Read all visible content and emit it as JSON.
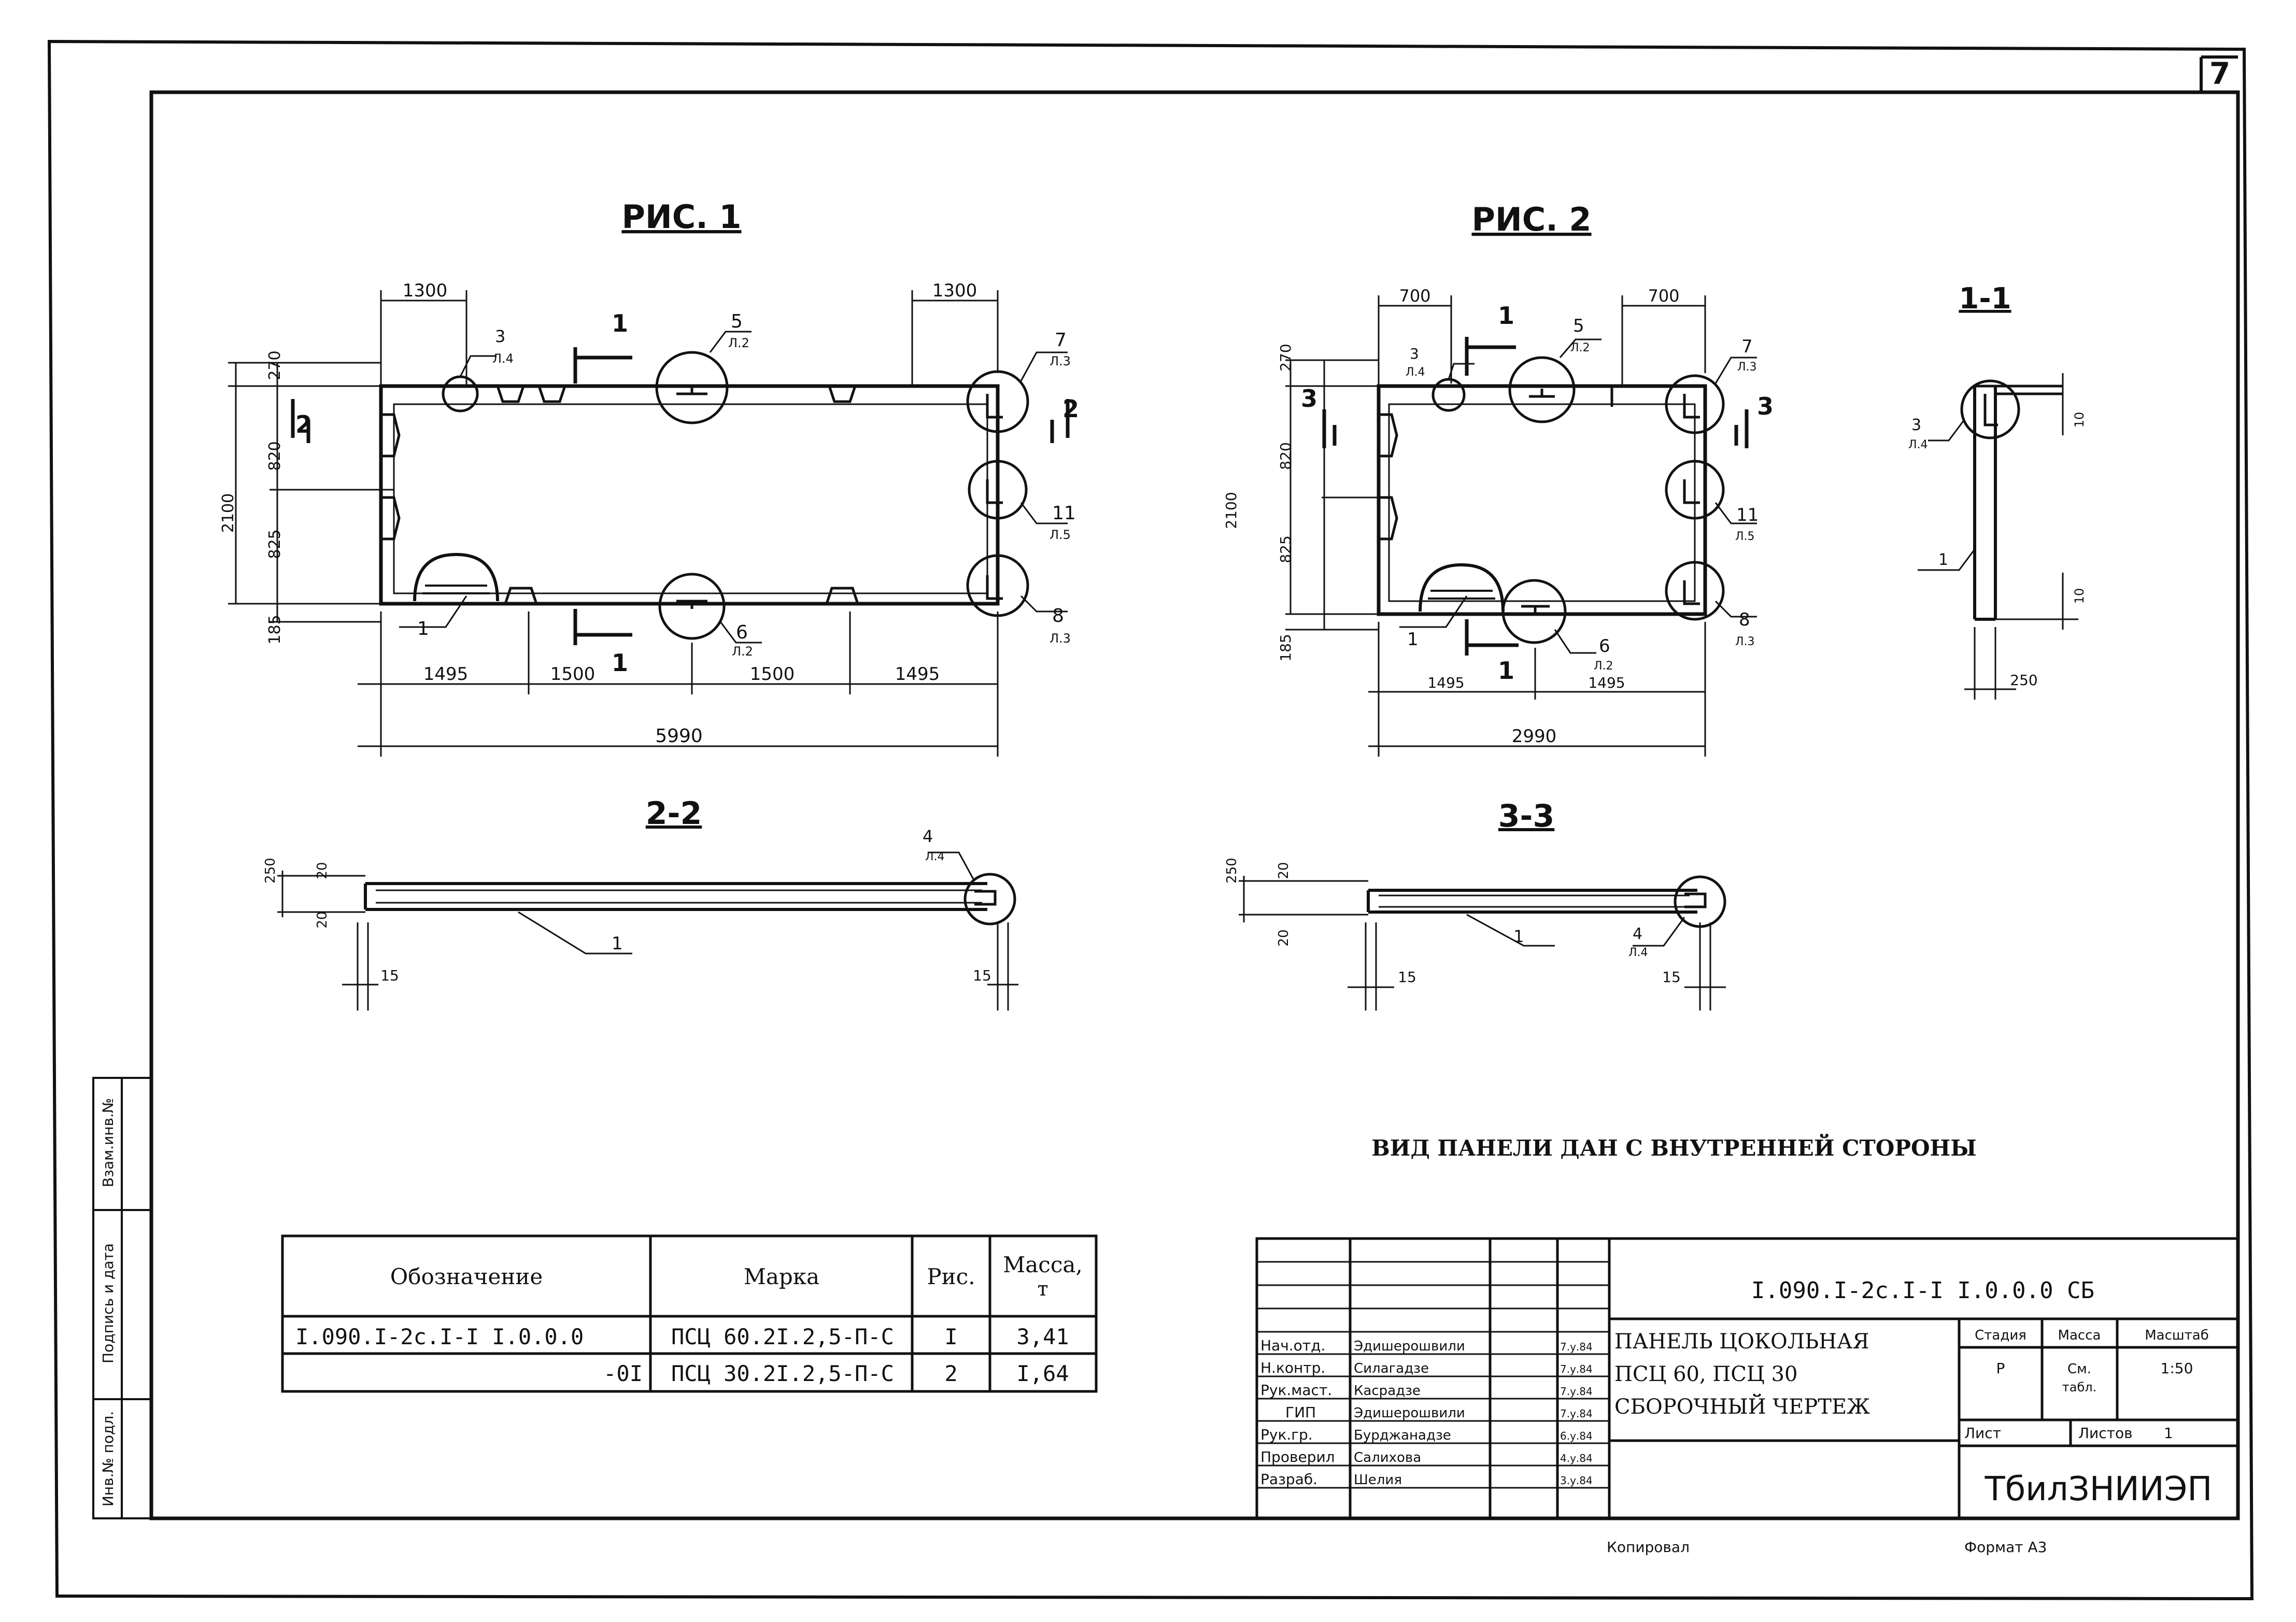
{
  "sheet_number": "7",
  "figures": {
    "fig1_title": "РИС. 1",
    "fig2_title": "РИС. 2",
    "sec11_title": "1-1",
    "sec22_title": "2-2",
    "sec33_title": "3-3"
  },
  "fig1": {
    "dim_1300_left": "1300",
    "dim_1300_right": "1300",
    "dim_270": "270",
    "dim_820": "820",
    "dim_825": "825",
    "dim_2100": "2100",
    "dim_185": "185",
    "dim_1495_left": "1495",
    "dim_1500_a": "1500",
    "dim_1500_b": "1500",
    "dim_1495_right": "1495",
    "dim_5990": "5990",
    "section_1_top": "1",
    "section_1_bottom": "1",
    "section_2_left": "2",
    "section_2_right": "2",
    "callout_3": "3",
    "callout_3_sheet": "Л.4",
    "callout_5": "5",
    "callout_5_sheet": "Л.2",
    "callout_7": "7",
    "callout_7_sheet": "Л.3",
    "callout_11": "11",
    "callout_11_sheet": "Л.5",
    "callout_8": "8",
    "callout_8_sheet": "Л.3",
    "callout_6": "6",
    "callout_6_sheet": "Л.2",
    "leader_1": "1"
  },
  "fig2": {
    "dim_700_left": "700",
    "dim_700_right": "700",
    "dim_270": "270",
    "dim_820": "820",
    "dim_825": "825",
    "dim_2100": "2100",
    "dim_185": "185",
    "dim_1495_left": "1495",
    "dim_1495_right": "1495",
    "dim_2990": "2990",
    "section_1_top": "1",
    "section_1_bottom": "1",
    "section_3_left": "3",
    "section_3_right": "3",
    "callout_3": "3",
    "callout_3_sheet": "Л.4",
    "callout_5": "5",
    "callout_5_sheet": "Л.2",
    "callout_7": "7",
    "callout_7_sheet": "Л.3",
    "callout_11": "11",
    "callout_11_sheet": "Л.5",
    "callout_8": "8",
    "callout_8_sheet": "Л.3",
    "callout_6": "6",
    "callout_6_sheet": "Л.2",
    "leader_1": "1"
  },
  "sec11": {
    "callout_3": "3",
    "callout_3_sheet": "Л.4",
    "leader_1": "1",
    "dim_10_top": "10",
    "dim_10_bottom": "10",
    "dim_250": "250"
  },
  "sec22": {
    "dim_250": "250",
    "dim_20_top": "20",
    "dim_20_bottom": "20",
    "dim_15_left": "15",
    "dim_15_right": "15",
    "leader_1": "1",
    "callout_4": "4",
    "callout_4_sheet": "Л.4"
  },
  "sec33": {
    "dim_250": "250",
    "dim_20_top": "20",
    "dim_20_bottom": "20",
    "dim_15_left": "15",
    "dim_15_right": "15",
    "leader_1": "1",
    "callout_4": "4",
    "callout_4_sheet": "Л.4"
  },
  "note": "ВИД ПАНЕЛИ ДАН С ВНУТРЕННЕЙ СТОРОНЫ",
  "spec_table": {
    "headers": [
      "Обозначение",
      "Марка",
      "Рис.",
      "Масса,",
      "т"
    ],
    "rows": [
      [
        "I.090.I-2c.I-I I.0.0.0",
        "ПСЦ 60.2I.2,5-П-С",
        "I",
        "3,41"
      ],
      [
        "-0I",
        "ПСЦ 30.2I.2,5-П-С",
        "2",
        "I,64"
      ]
    ]
  },
  "side_stamp": {
    "inv_podl": "Инв.№ подл.",
    "podpis_data": "Подпись и дата",
    "vzam_inv": "Взам.инв.№"
  },
  "title_block": {
    "code": "I.090.I-2c.I-I I.0.0.0 СБ",
    "title_lines": [
      "ПАНЕЛЬ ЦОКОЛЬНАЯ",
      "ПСЦ 60, ПСЦ 30",
      "СБОРОЧНЫЙ ЧЕРТЕЖ"
    ],
    "signers": [
      {
        "role": "Нач.отд.",
        "name": "Эдишерошвили",
        "date": "7.у.84"
      },
      {
        "role": "Н.контр.",
        "name": "Силагадзе",
        "date": "7.у.84"
      },
      {
        "role": "Рук.маст.",
        "name": "Касрадзе",
        "date": "7.у.84"
      },
      {
        "role": "ГИП",
        "name": "Эдишерошвили",
        "date": "7.у.84"
      },
      {
        "role": "Рук.гр.",
        "name": "Бурджанадзе",
        "date": "6.у.84"
      },
      {
        "role": "Проверил",
        "name": "Салихова",
        "date": "4.у.84"
      },
      {
        "role": "Разраб.",
        "name": "Шелия",
        "date": "3.у.84"
      }
    ],
    "stage_label": "Стадия",
    "mass_label": "Масса",
    "scale_label": "Масштаб",
    "stage_value": "Р",
    "mass_value_1": "См.",
    "mass_value_2": "табл.",
    "scale_value": "1:50",
    "sheet_label": "Лист",
    "sheets_label": "Листов",
    "sheets_value": "1",
    "org": "ТбилЗНИИЭП",
    "copied_label": "Копировал",
    "format_label": "Формат А3"
  }
}
